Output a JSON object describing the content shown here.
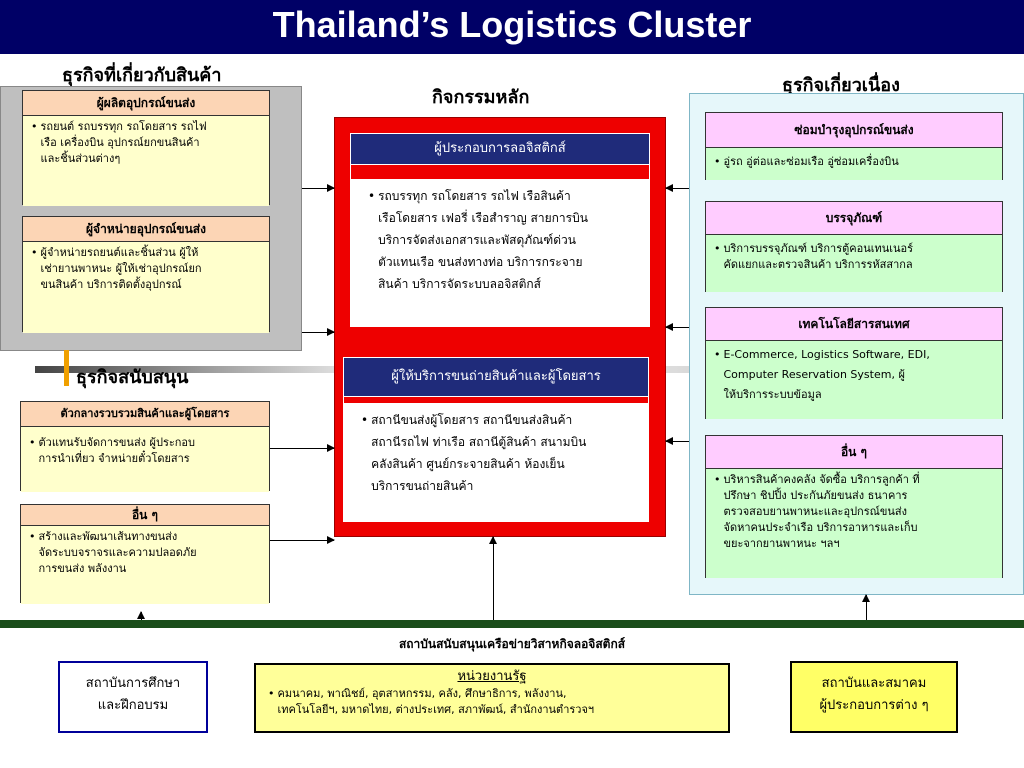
{
  "title": "Thailand’s Logistics Cluster",
  "sections": {
    "left_top": "ธุรกิจที่เกี่ยวกับสินค้า",
    "center": "กิจกรรมหลัก",
    "right": "ธุรกิจเกี่ยวเนื่อง",
    "left_bottom": "ธุรกิจสนับสนุน"
  },
  "left_top": {
    "box1": {
      "header": "ผู้ผลิตอุปกรณ์ขนส่ง",
      "lines": [
        "รถยนต์ รถบรรทุก รถโดยสาร รถไฟ",
        "เรือ เครื่องบิน อุปกรณ์ยกขนสินค้า",
        "และชิ้นส่วนต่างๆ"
      ]
    },
    "box2": {
      "header": "ผู้จำหน่ายอุปกรณ์ขนส่ง",
      "lines": [
        "ผู้จำหน่ายรถยนต์และชิ้นส่วน ผู้ให้",
        "เช่ายานพาหนะ ผู้ให้เช่าอุปกรณ์ยก",
        "ขนสินค้า บริการติดตั้งอุปกรณ์"
      ]
    }
  },
  "left_bottom": {
    "box1": {
      "header": "ตัวกลางรวบรวมสินค้าและผู้โดยสาร",
      "lines": [
        "ตัวแทนรับจัดการขนส่ง ผู้ประกอบ",
        "การนำเที่ยว จำหน่ายตั๋วโดยสาร"
      ]
    },
    "box2": {
      "header": "อื่น ๆ",
      "lines": [
        "สร้างและพัฒนาเส้นทางขนส่ง",
        "จัดระบบจราจรและความปลอดภัย",
        "การขนส่ง พลังงาน"
      ]
    }
  },
  "center": {
    "box1": {
      "header": "ผู้ประกอบการลอจิสติกส์",
      "lines": [
        "รถบรรทุก รถโดยสาร รถไฟ เรือสินค้า",
        "เรือโดยสาร เฟอรี่ เรือสำราญ สายการบิน",
        "บริการจัดส่งเอกสารและพัสดุภัณฑ์ด่วน",
        "ตัวแทนเรือ ขนส่งทางท่อ บริการกระจาย",
        "สินค้า บริการจัดระบบลอจิสติกส์"
      ]
    },
    "box2": {
      "header": "ผู้ให้บริการขนถ่ายสินค้าและผู้โดยสาร",
      "lines": [
        "สถานีขนส่งผู้โดยสาร สถานีขนส่งสินค้า",
        "สถานีรถไฟ ท่าเรือ สถานีตู้สินค้า สนามบิน",
        "คลังสินค้า ศูนย์กระจายสินค้า ห้องเย็น",
        "บริการขนถ่ายสินค้า"
      ]
    }
  },
  "right": {
    "box1": {
      "header": "ซ่อมบำรุงอุปกรณ์ขนส่ง",
      "lines": [
        "อู่รถ อู่ต่อและซ่อมเรือ อู่ซ่อมเครื่องบิน"
      ]
    },
    "box2": {
      "header": "บรรจุภัณฑ์",
      "lines": [
        "บริการบรรจุภัณฑ์ บริการตู้คอนเทนเนอร์",
        "คัดแยกและตรวจสินค้า บริการรหัสสากล"
      ]
    },
    "box3": {
      "header": "เทคโนโลยีสารสนเทศ",
      "lines": [
        "E-Commerce, Logistics Software, EDI,",
        "Computer Reservation System, ผู้",
        "ให้บริการระบบข้อมูล"
      ]
    },
    "box4": {
      "header": "อื่น ๆ",
      "lines": [
        "บริหารสินค้าคงคลัง จัดซื้อ บริการลูกค้า ที่",
        "ปรึกษา ชิปปิ้ง ประกันภัยขนส่ง ธนาคาร",
        "ตรวจสอบยานพาหนะและอุปกรณ์ขนส่ง",
        "จัดหาคนประจำเรือ บริการอาหารและเก็บ",
        "ขยะจากยานพาหนะ ฯลฯ"
      ]
    }
  },
  "bottom": {
    "title": "สถาบันสนับสนุนเครือข่ายวิสาหกิจลอจิสติกส์",
    "edu_lines": [
      "สถาบันการศึกษา",
      "และฝึกอบรม"
    ],
    "gov_header": "หน่วยงานรัฐ",
    "gov_lines": [
      "คมนาคม, พาณิชย์, อุตสาหกรรม, คลัง, ศึกษาธิการ, พลังงาน,",
      "เทคโนโลยีฯ, มหาดไทย, ต่างประเทศ, สภาพัฒน์, สำนักงานตำรวจฯ"
    ],
    "assoc_lines": [
      "สถาบันและสมาคม",
      "ผู้ประกอบการต่าง ๆ"
    ]
  },
  "colors": {
    "title_bg": "#000066",
    "center_panel": "#ee0000",
    "navy_header": "#1f2b7a",
    "peach": "#fcd5b5",
    "pink": "#ffccff",
    "yellow": "#ffffcc",
    "green": "#ccffcc"
  }
}
